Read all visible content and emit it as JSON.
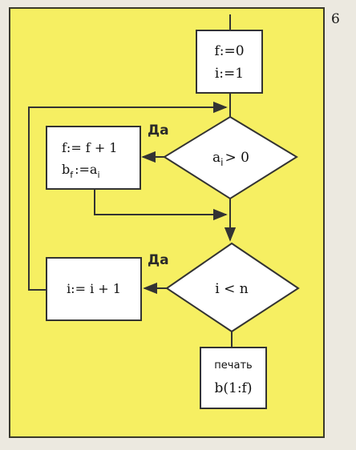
{
  "page_number": "6",
  "colors": {
    "panel": "#f6ef62",
    "panel_border": "#3a3a2a",
    "box_fill": "#ffffff",
    "line": "#333333"
  },
  "flowchart": {
    "init_box": {
      "line1": "f:=0",
      "line2": "i:=1"
    },
    "cond1": {
      "main": "a",
      "sub": "i",
      "rest": "> 0"
    },
    "cond1_yes": "Да",
    "assign_box": {
      "line1": "f:= f + 1",
      "line2_a": "b",
      "line2_sub": "f",
      "line2_b": ":=a",
      "line2_sub2": "i"
    },
    "cond2": {
      "text": "i < n"
    },
    "cond2_yes": "Да",
    "incr_box": {
      "text": "i:= i + 1"
    },
    "print_box": {
      "line1": "печать",
      "line2": "b(1:f)"
    }
  }
}
